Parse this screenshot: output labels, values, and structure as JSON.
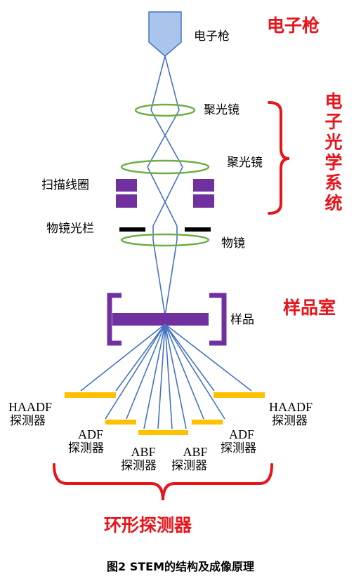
{
  "labels": {
    "electron_gun": "电子枪",
    "condenser_1": "聚光镜",
    "condenser_2": "聚光镜",
    "scan_coils": "扫描线圈",
    "objective_aperture": "物镜光栏",
    "objective_lens": "物镜",
    "sample": "样品",
    "haadf_left": "HAADF",
    "haadf_left_sub": "探测器",
    "haadf_right": "HAADF",
    "haadf_right_sub": "探测器",
    "adf_left": "ADF",
    "adf_left_sub": "探测器",
    "adf_right": "ADF",
    "adf_right_sub": "探测器",
    "abf_left": "ABF",
    "abf_left_sub": "探测器",
    "abf_right": "ABF",
    "abf_right_sub": "探测器"
  },
  "section_titles": {
    "electron_gun": "电子枪",
    "electron_optics": "电子光学系统",
    "sample_chamber": "样品室",
    "annular_detectors": "环形探测器"
  },
  "caption": "图2 STEM的结构及成像原理",
  "colors": {
    "gun_fill": "#a9c5eb",
    "gun_stroke": "#4472c4",
    "beam": "#4472c4",
    "lens": "#70ad47",
    "coil": "#7030a0",
    "aperture": "#000000",
    "detector": "#ffc000",
    "brace": "#e8141b",
    "title_red": "#e8141b"
  }
}
